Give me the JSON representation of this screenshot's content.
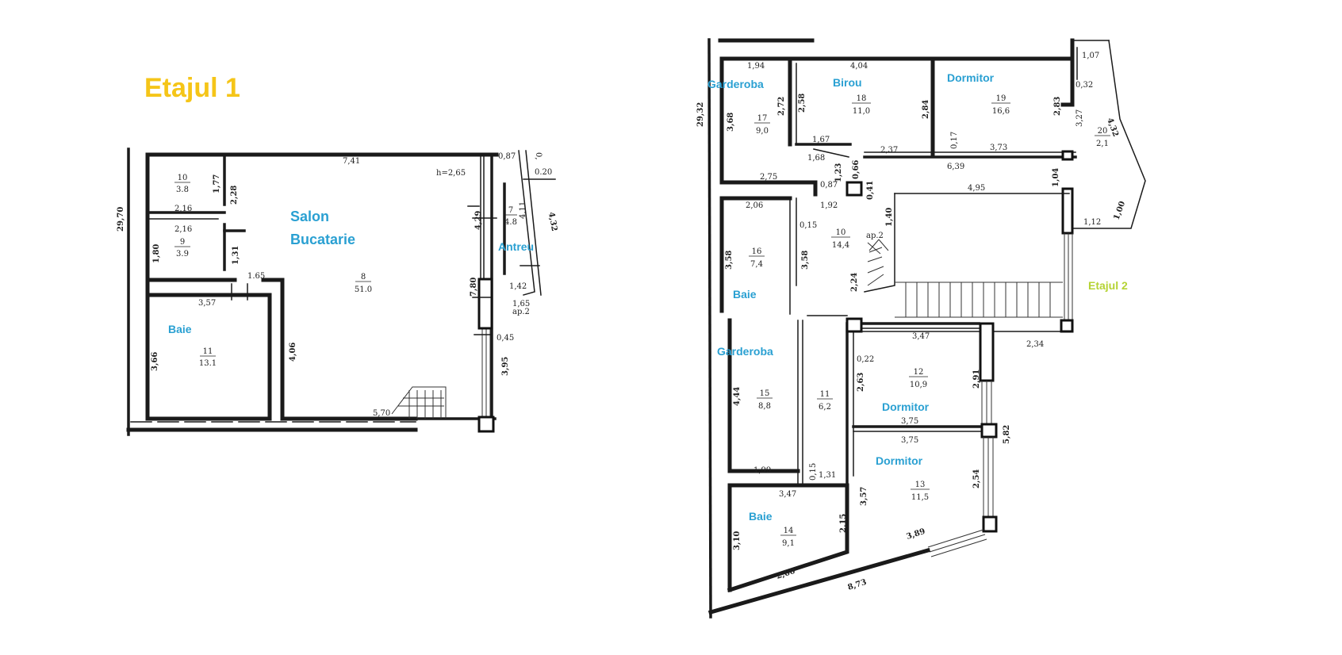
{
  "colors": {
    "room_label": "#2aa0d2",
    "floor1_title": "#f5c518",
    "floor2_title": "#b5d334"
  },
  "floor1": {
    "title": "Etajul 1",
    "overall_dim": "29,70",
    "rooms": {
      "salon_1": "Salon",
      "salon_2": "Bucatarie",
      "antreu": "Antreu",
      "baie": "Baie"
    },
    "room_numbers": {
      "r10": "10",
      "r10_area": "3.8",
      "r9": "9",
      "r9_area": "3.9",
      "r8": "8",
      "r8_area": "51.0",
      "r7": "7",
      "r7_area": "4.8",
      "r11": "11",
      "r11_area": "13.1"
    },
    "dims": {
      "d741": "7,41",
      "d087": "0,87",
      "d0": "0,",
      "d020": "0.20",
      "h": "h=2,65",
      "d177": "1,77",
      "d228": "2,28",
      "d216a": "2,16",
      "d216b": "2,16",
      "d180": "1,80",
      "d131": "1,31",
      "d165": "1.65",
      "d357": "3,57",
      "d366": "3,66",
      "d406": "4,06",
      "d429": "4,29",
      "d411": "4,11",
      "d432": "4,32",
      "d780": "7,80",
      "d142": "1,42",
      "d165b": "1,65",
      "ap2": "ap.2",
      "d045": "0,45",
      "d395": "3,95",
      "d570": "5,70"
    }
  },
  "floor2": {
    "title": "Etajul 2",
    "overall_dim": "29,32",
    "rooms": {
      "garderoba_top": "Garderoba",
      "birou": "Birou",
      "dormitor_top": "Dormitor",
      "baie_left": "Baie",
      "garderoba_mid": "Garderoba",
      "dormitor_mid": "Dormitor",
      "dormitor_low": "Dormitor",
      "baie_low": "Baie"
    },
    "room_numbers": {
      "r17": "17",
      "r17_area": "9,0",
      "r18": "18",
      "r18_area": "11,0",
      "r19": "19",
      "r19_area": "16,6",
      "r20": "20",
      "r20_area": "2,1",
      "r16": "16",
      "r16_area": "7,4",
      "r10": "10",
      "r10_area": "14,4",
      "r12": "12",
      "r12_area": "10,9",
      "r15": "15",
      "r15_area": "8,8",
      "r11": "11",
      "r11_area": "6,2",
      "r13": "13",
      "r13_area": "11,5",
      "r14": "14",
      "r14_area": "9,1"
    },
    "dims": {
      "d194": "1,94",
      "d404": "4,04",
      "d107": "1,07",
      "d032": "0,32",
      "d432": "4,32",
      "d368": "3,68",
      "d272": "2,72",
      "d258": "2,58",
      "d284": "2,84",
      "d283": "2,83",
      "d327": "3,27",
      "d167": "1,67",
      "d168": "1,68",
      "d237": "2,37",
      "d017": "0,17",
      "d373": "3,73",
      "d639": "6,39",
      "d275": "2,75",
      "d087": "0,87",
      "d123": "1,23",
      "d066": "0,66",
      "d041": "0,41",
      "d192": "1,92",
      "d104": "1,04",
      "d495": "4,95",
      "d206": "2,06",
      "d015": "0,15",
      "d140": "1,40",
      "ap2": "ap.2",
      "d112": "1,12",
      "d100": "1,00",
      "d358a": "3,58",
      "d358b": "3,58",
      "d224": "2,24",
      "d347a": "3,47",
      "d234": "2,34",
      "d022": "0,22",
      "d263": "2,63",
      "d291": "2,91",
      "d444": "4,44",
      "d375a": "3,75",
      "d375b": "3,75",
      "d582": "5,82",
      "d199": "1,99",
      "d015b": "0,15",
      "d131": "1,31",
      "d347b": "3,47",
      "d357": "3,57",
      "d254": "2,54",
      "d215": "2,15",
      "d310": "3,10",
      "d389": "3,89",
      "d260": "2,60",
      "d873": "8,73"
    }
  }
}
